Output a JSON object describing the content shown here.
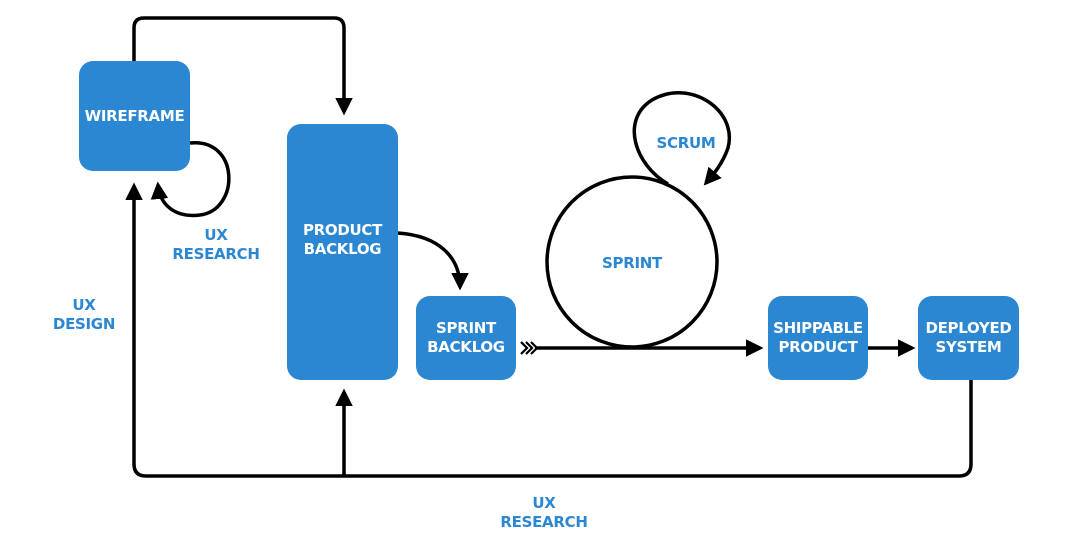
{
  "nodes": {
    "wireframe": "WIREFRAME",
    "product_backlog": "PRODUCT\nBACKLOG",
    "sprint_backlog": "SPRINT\nBACKLOG",
    "sprint": "SPRINT",
    "shippable_product": "SHIPPABLE\nPRODUCT",
    "deployed_system": "DEPLOYED\nSYSTEM"
  },
  "labels": {
    "scrum": "SCRUM",
    "ux_research_loop": "UX\nRESEARCH",
    "ux_design": "UX\nDESIGN",
    "ux_research_bottom": "UX\nRESEARCH"
  },
  "colors": {
    "node_fill": "#2B87D1",
    "node_text": "#FFFFFF",
    "label_text": "#2B87D1",
    "arrow": "#000000"
  }
}
